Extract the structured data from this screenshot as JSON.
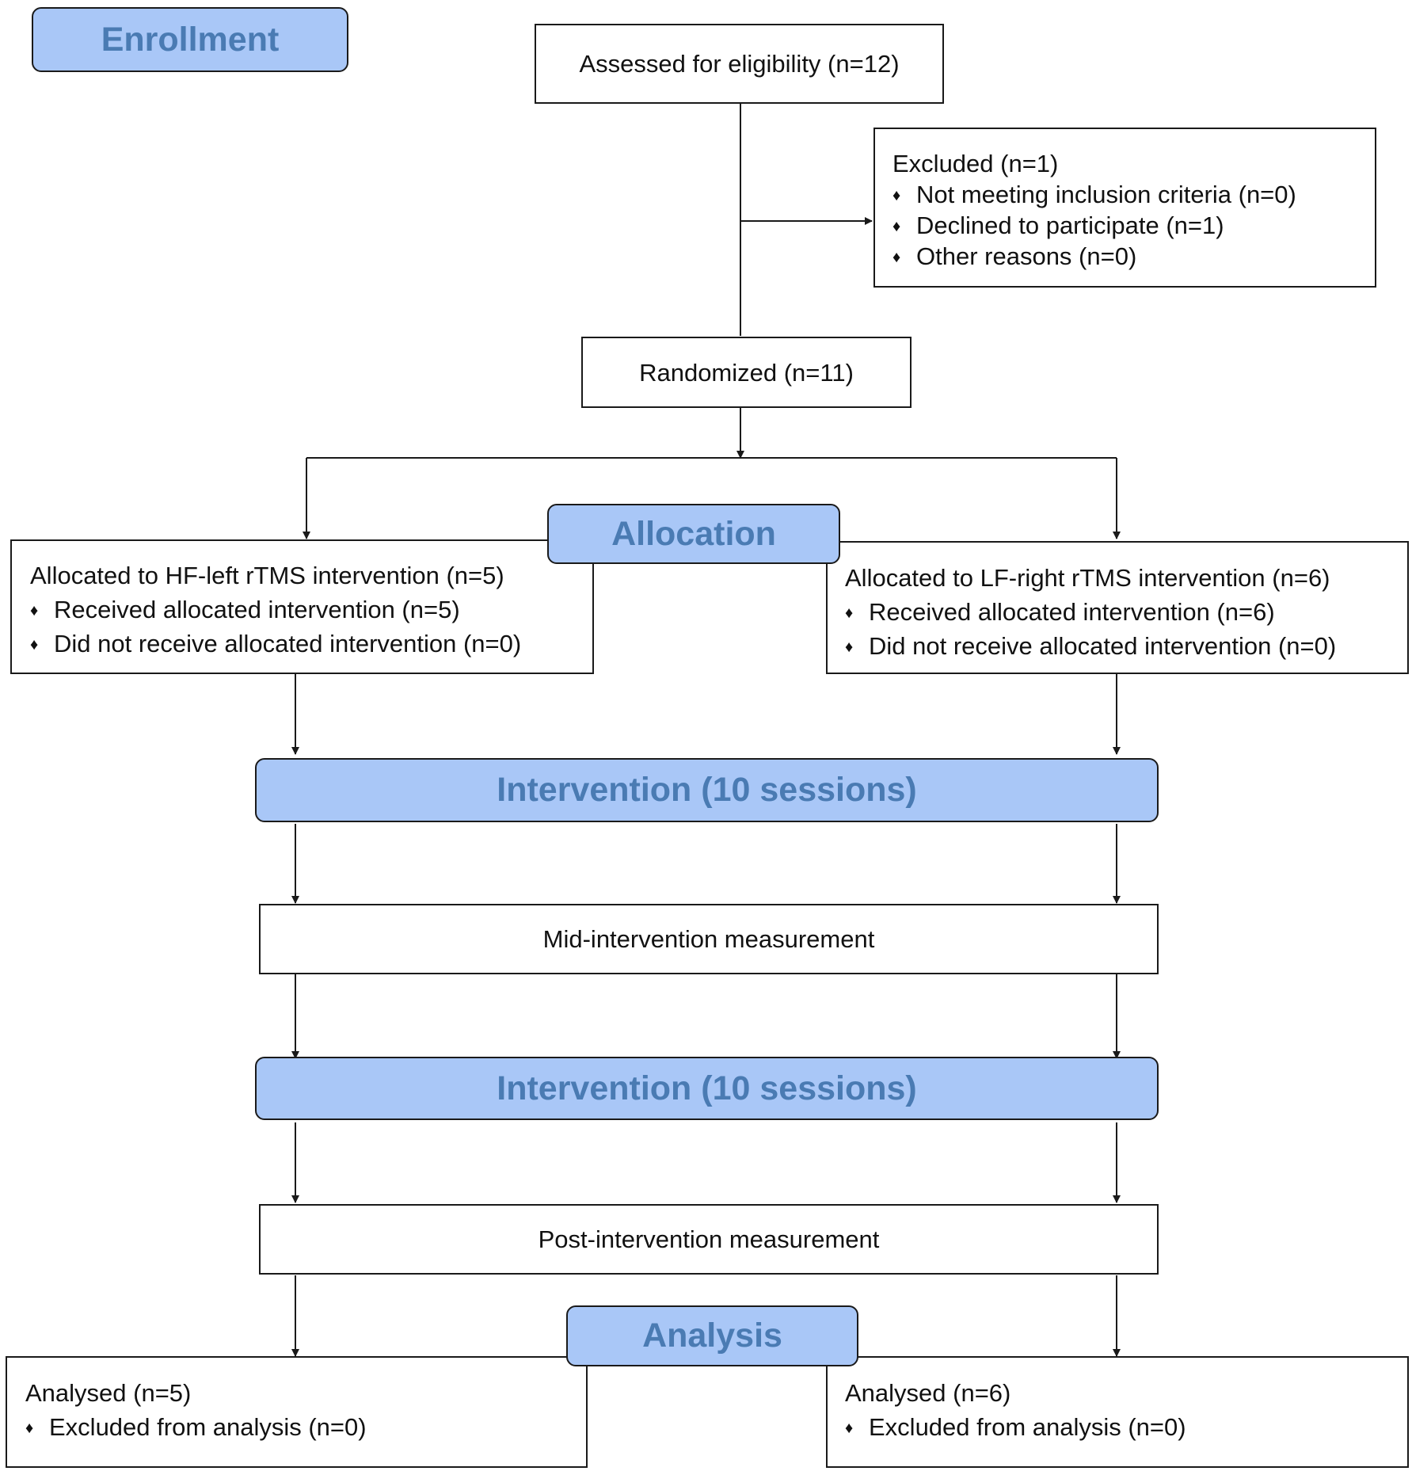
{
  "stages": {
    "enrollment": "Enrollment",
    "allocation": "Allocation",
    "intervention_1": "Intervention (10 sessions)",
    "intervention_2": "Intervention (10 sessions)",
    "analysis": "Analysis"
  },
  "assessed": "Assessed for eligibility (n=12)",
  "excluded": {
    "title": "Excluded (n=1)",
    "items": [
      "Not meeting inclusion criteria (n=0)",
      "Declined to participate (n=1)",
      "Other reasons (n=0)"
    ]
  },
  "randomized": "Randomized (n=11)",
  "allocated_left": {
    "title": "Allocated to HF-left rTMS intervention (n=5)",
    "items": [
      "Received allocated intervention (n=5)",
      "Did not receive allocated intervention  (n=0)"
    ]
  },
  "allocated_right": {
    "title": "Allocated to LF-right rTMS intervention (n=6)",
    "items": [
      "Received allocated intervention (n=6)",
      "Did not receive allocated intervention (n=0)"
    ]
  },
  "mid_measurement": "Mid-intervention measurement",
  "post_measurement": "Post-intervention measurement",
  "analysed_left": {
    "title": "Analysed (n=5)",
    "items": [
      "Excluded from analysis (n=0)"
    ]
  },
  "analysed_right": {
    "title": "Analysed (n=6)",
    "items": [
      "Excluded from analysis (n=0)"
    ]
  },
  "bullet_glyph": "♦",
  "colors": {
    "stage_fill": "#a9c7f7",
    "stage_text": "#4a7bb3",
    "line": "#1a1a1a"
  }
}
